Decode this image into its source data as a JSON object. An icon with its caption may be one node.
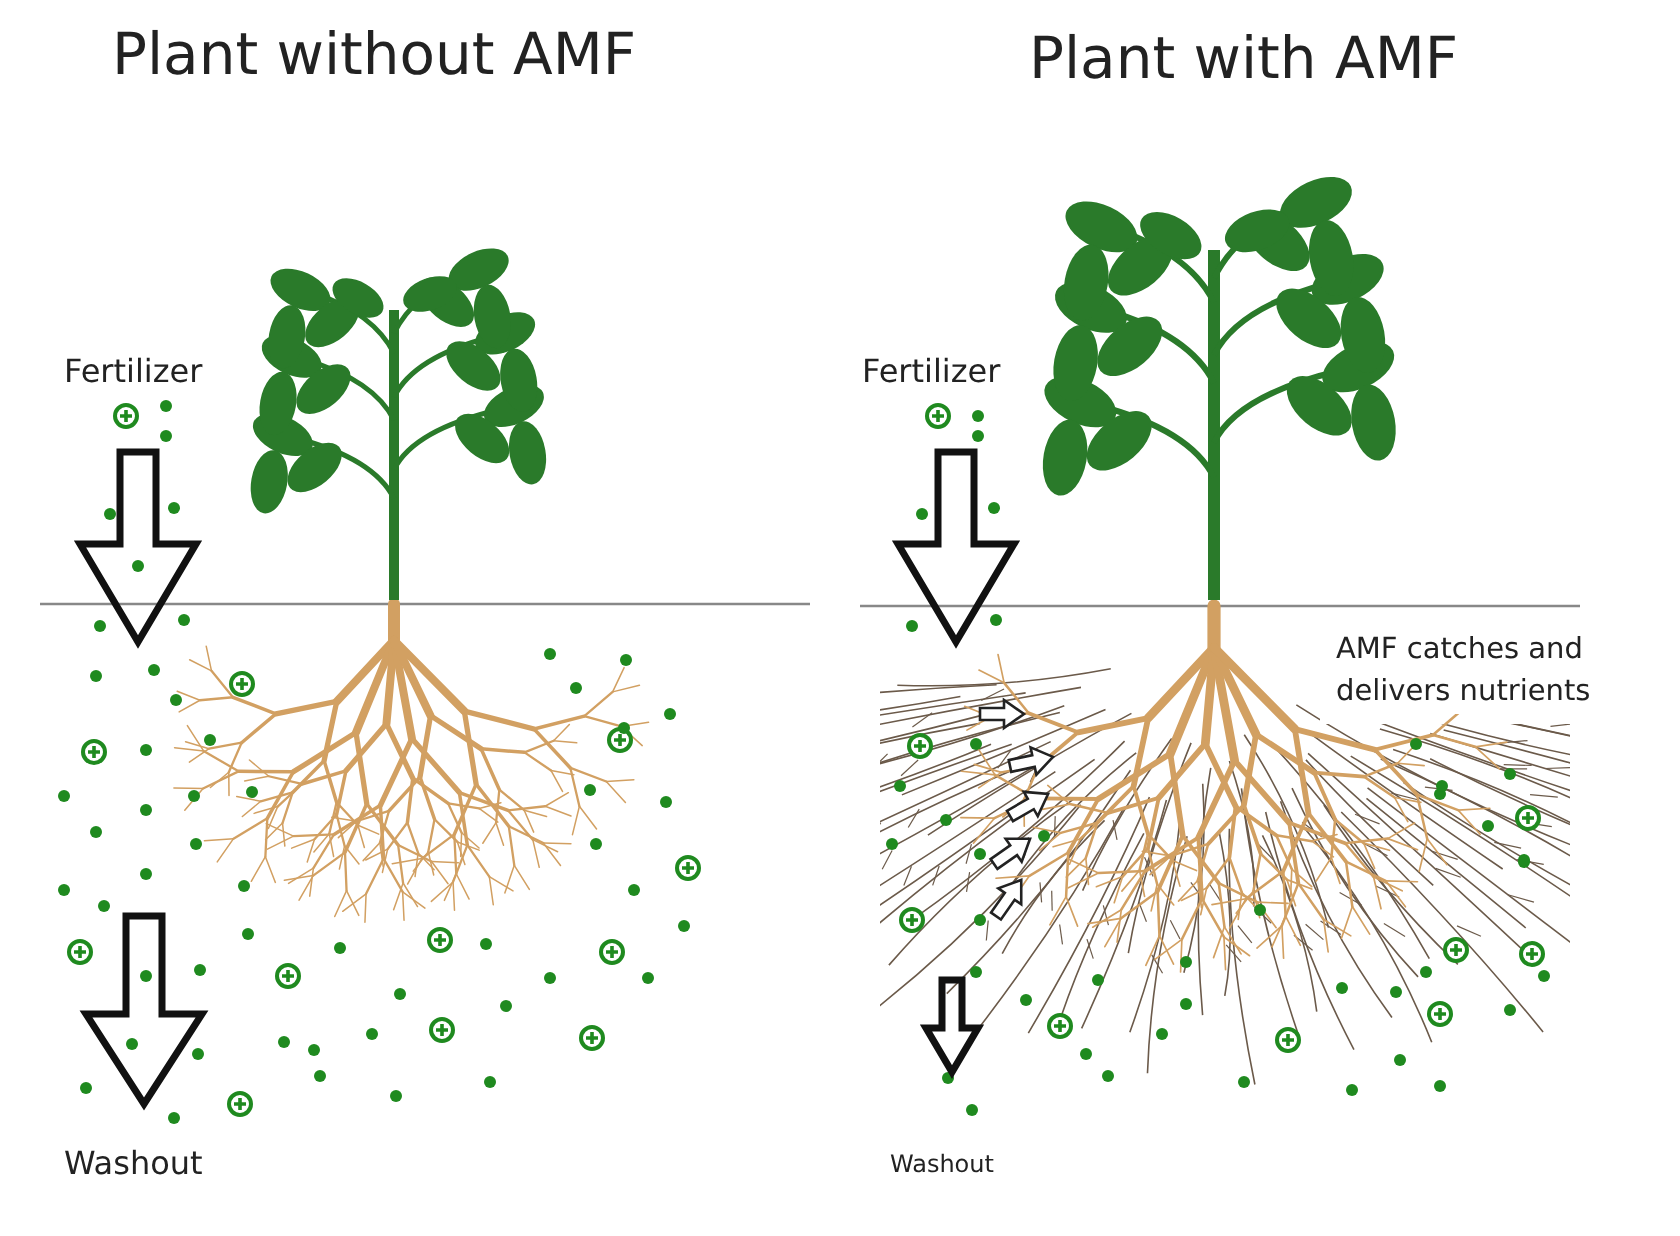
{
  "diagram": {
    "labels": [
      "Plant without AMF",
      "Plant with AMF",
      "Fertilizer",
      "Fertilizer",
      "AMF catches and delivers nutrients",
      "Washout",
      "Washout"
    ]
  }
}
